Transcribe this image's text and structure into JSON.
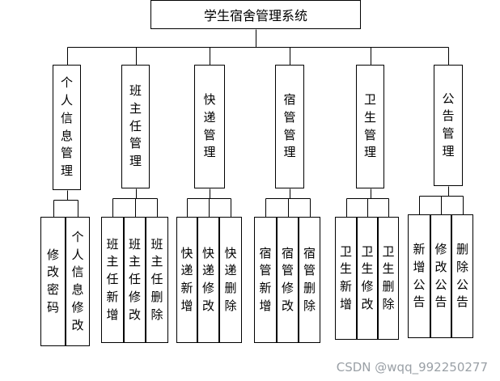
{
  "root": {
    "label": "学生宿舍管理系统"
  },
  "categories": [
    {
      "label": "个人信息管理",
      "children": [
        "修改密码",
        "个人信息修改"
      ]
    },
    {
      "label": "班主任管理",
      "children": [
        "班主任新增",
        "班主任修改",
        "班主任删除"
      ]
    },
    {
      "label": "快递管理",
      "children": [
        "快递新增",
        "快递修改",
        "快递删除"
      ]
    },
    {
      "label": "宿管管理",
      "children": [
        "宿管新增",
        "宿管修改",
        "宿管删除"
      ]
    },
    {
      "label": "卫生管理",
      "children": [
        "卫生新增",
        "卫生修改",
        "卫生删除"
      ]
    },
    {
      "label": "公告管理",
      "children": [
        "新增公告",
        "修改公告",
        "删除公告"
      ]
    }
  ],
  "watermark": "CSDN @wqq_992250277"
}
